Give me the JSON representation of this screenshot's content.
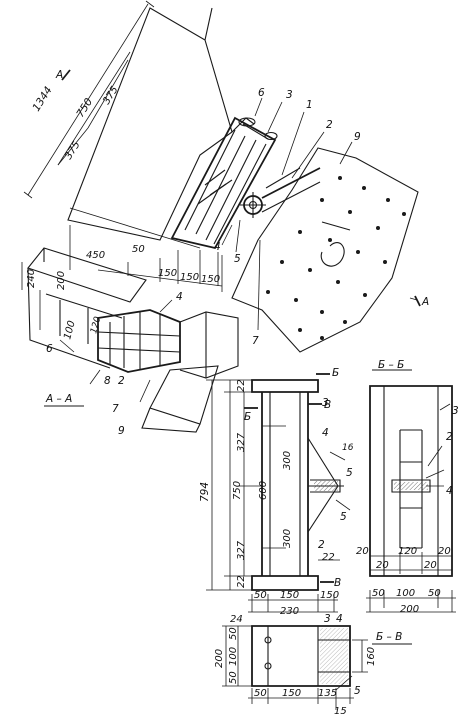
{
  "iso_dims": {
    "d1344": "1344",
    "d750": "750",
    "d375a": "375",
    "d375b": "375",
    "d450": "450",
    "d50": "50",
    "d150a": "150",
    "d150b": "150",
    "d150c": "150"
  },
  "iso_parts": {
    "p6": "6",
    "p3": "3",
    "p1": "1",
    "p2": "2",
    "p9": "9",
    "p4": "4",
    "p5": "5",
    "p7": "7",
    "sectionA_top": "A",
    "sectionA_right": "A"
  },
  "small_iso": {
    "d240": "240",
    "d200": "200",
    "d100": "100",
    "d120": "120",
    "p4": "4",
    "p7": "7",
    "p9": "9",
    "p8": "8",
    "p2": "2",
    "p6": "6"
  },
  "section_AA": {
    "title": "A – A"
  },
  "front_view": {
    "d22_top": "22",
    "d22_bot": "22",
    "d327_top": "327",
    "d327_bot": "327",
    "d750": "750",
    "d794": "794",
    "d600": "600",
    "d300_top": "300",
    "d300_bot": "300",
    "d16": "16",
    "d22_mid": "22",
    "d50": "50",
    "d150": "150",
    "d150_right": "150",
    "d230": "230",
    "p3": "3",
    "p4": "4",
    "p5": "5",
    "p5b": "5",
    "p2": "2",
    "cut_B": "Б",
    "cut_B2": "Б",
    "cut_V": "В",
    "cut_V2": "В"
  },
  "section_BB": {
    "title": "Б – Б",
    "p3": "3",
    "p2": "2",
    "p4": "4",
    "d20a": "20",
    "d120": "120",
    "d20b": "20",
    "d20c": "20",
    "d20d": "20",
    "d50a": "50",
    "d100": "100",
    "d50b": "50",
    "d200": "200"
  },
  "plan_view": {
    "d24": "24",
    "d50": "50",
    "d100": "100",
    "d50b": "50",
    "d200": "200",
    "p3": "3",
    "p4": "4",
    "d160": "160",
    "p5": "5",
    "b50": "50",
    "b150": "150",
    "b135": "135",
    "b15": "15"
  },
  "section_BV": {
    "title": "Б – В"
  }
}
